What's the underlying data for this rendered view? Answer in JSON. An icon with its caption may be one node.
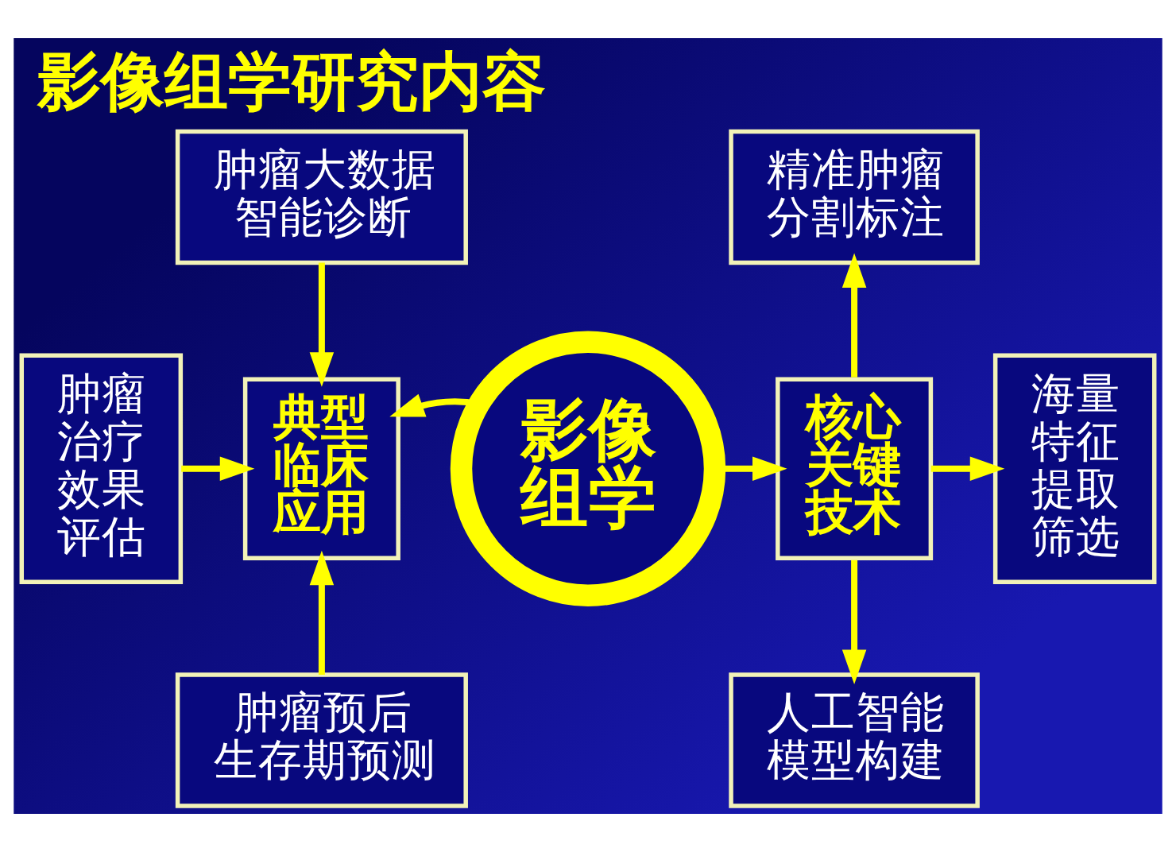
{
  "diagram": {
    "title": "影像组学研究内容",
    "nodes": [
      {
        "text": [
          "肿瘤大数据智能诊断"
        ]
      },
      {
        "text": [
          "精准肿瘤分割标注"
        ]
      },
      {
        "text": [
          "肿瘤治疗效果评估"
        ]
      },
      {
        "text": [
          "典型临床应用"
        ]
      },
      {
        "text": [
          "影像组学"
        ]
      },
      {
        "text": [
          "核心关键技术"
        ]
      },
      {
        "text": [
          "海量特征提取筛选"
        ]
      },
      {
        "text": [
          "肿瘤预后生存期预测"
        ]
      },
      {
        "text": [
          "人工智能模型构建"
        ]
      }
    ],
    "edges": [
      {
        "from": 0,
        "to": 3,
        "arrow": "to"
      },
      {
        "from": 2,
        "to": 3,
        "arrow": "to"
      },
      {
        "from": 7,
        "to": 3,
        "arrow": "to"
      },
      {
        "from": 4,
        "to": 3,
        "arrow": "to"
      },
      {
        "from": 4,
        "to": 5,
        "arrow": "to"
      },
      {
        "from": 5,
        "to": 1,
        "arrow": "to"
      },
      {
        "from": 5,
        "to": 6,
        "arrow": "to"
      },
      {
        "from": 5,
        "to": 8,
        "arrow": "to"
      }
    ]
  }
}
